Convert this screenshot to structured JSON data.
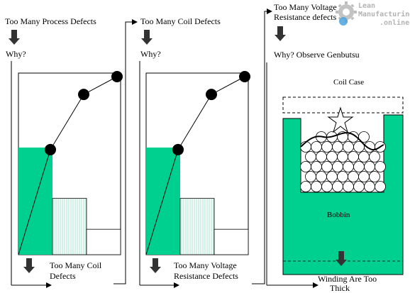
{
  "logo": {
    "line1": "Lean",
    "line2": "Manufacturing",
    "line3": ".online"
  },
  "colors": {
    "bar_green": "#00d08f",
    "hatch": "#bfe8dd",
    "logo_gray": "#bdbdbd",
    "logo_blue": "#4aa3df"
  },
  "panels": [
    {
      "title": "Too Many Process Defects",
      "question": "Why?",
      "bottom_label": [
        "Too Many Coil",
        "Defects"
      ],
      "pareto": {
        "bars": [
          0.59,
          0.31,
          0.14
        ],
        "cumulative": [
          0.59,
          0.9,
          1.0
        ]
      }
    },
    {
      "title": "Too Many Coil Defects",
      "question": "Why?",
      "bottom_label": [
        "Too Many Voltage",
        "Resistance Defects"
      ],
      "pareto": {
        "bars": [
          0.59,
          0.31,
          0.14
        ],
        "cumulative": [
          0.59,
          0.9,
          1.0
        ]
      }
    },
    {
      "title": [
        "Too Many Voltage",
        "Resistance defects"
      ],
      "question": "Why? Observe Genbutsu",
      "coil_case_label": "Coil Case",
      "bobbin_label": "Bobbin",
      "bottom_label": [
        "Winding Are Too",
        "Thick"
      ]
    }
  ]
}
